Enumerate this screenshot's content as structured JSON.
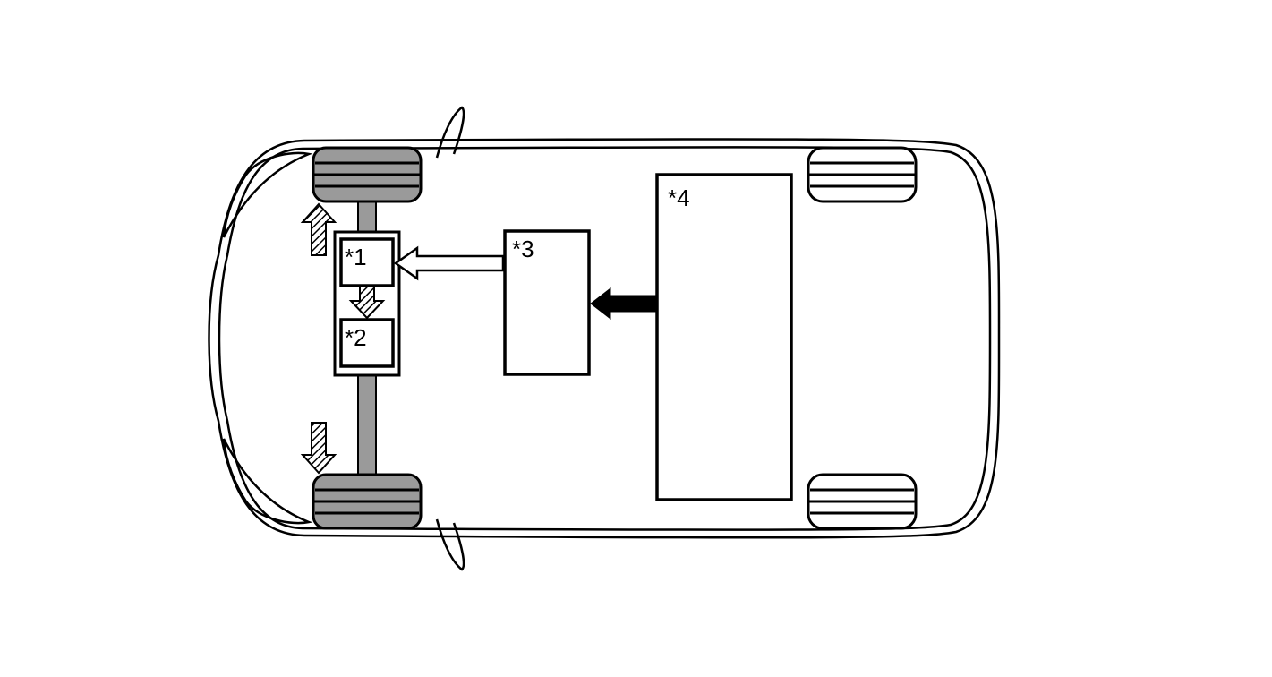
{
  "labels": {
    "component_1": "*1",
    "component_2": "*2",
    "component_3": "*3",
    "component_4": "*4"
  },
  "colors": {
    "line": "#000000",
    "tire_fill": "#9a9a9a",
    "background": "#ffffff"
  }
}
